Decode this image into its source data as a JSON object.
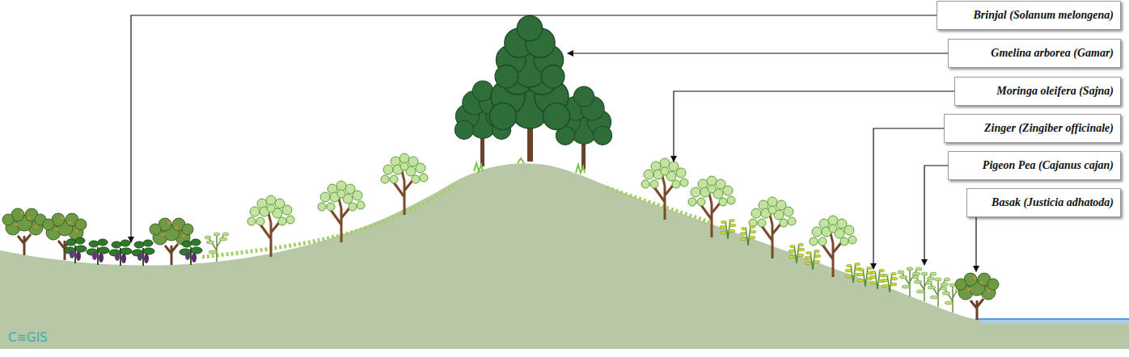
{
  "diagram": {
    "nodes": [
      {
        "text": [
          "Brinjal (Solanum melongena)"
        ]
      },
      {
        "text": [
          "Gmelina arborea (Gamar)"
        ]
      },
      {
        "text": [
          "Moringa oleifera (Sajna)"
        ]
      },
      {
        "text": [
          "Zinger (Zingiber officinale)"
        ]
      },
      {
        "text": [
          "Pigeon Pea (Cajanus cajan)"
        ]
      },
      {
        "text": [
          "Basak (Justicia adhatoda)"
        ]
      }
    ],
    "labels": [
      "C≋GIS"
    ]
  }
}
